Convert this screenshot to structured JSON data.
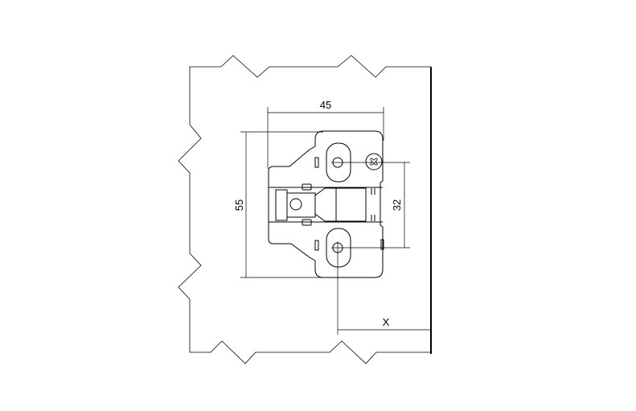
{
  "dimensions": {
    "width_label": "45",
    "height_label": "55",
    "hole_spacing_label": "32",
    "offset_label": "X"
  },
  "colors": {
    "line": "#000000",
    "background": "#ffffff"
  }
}
